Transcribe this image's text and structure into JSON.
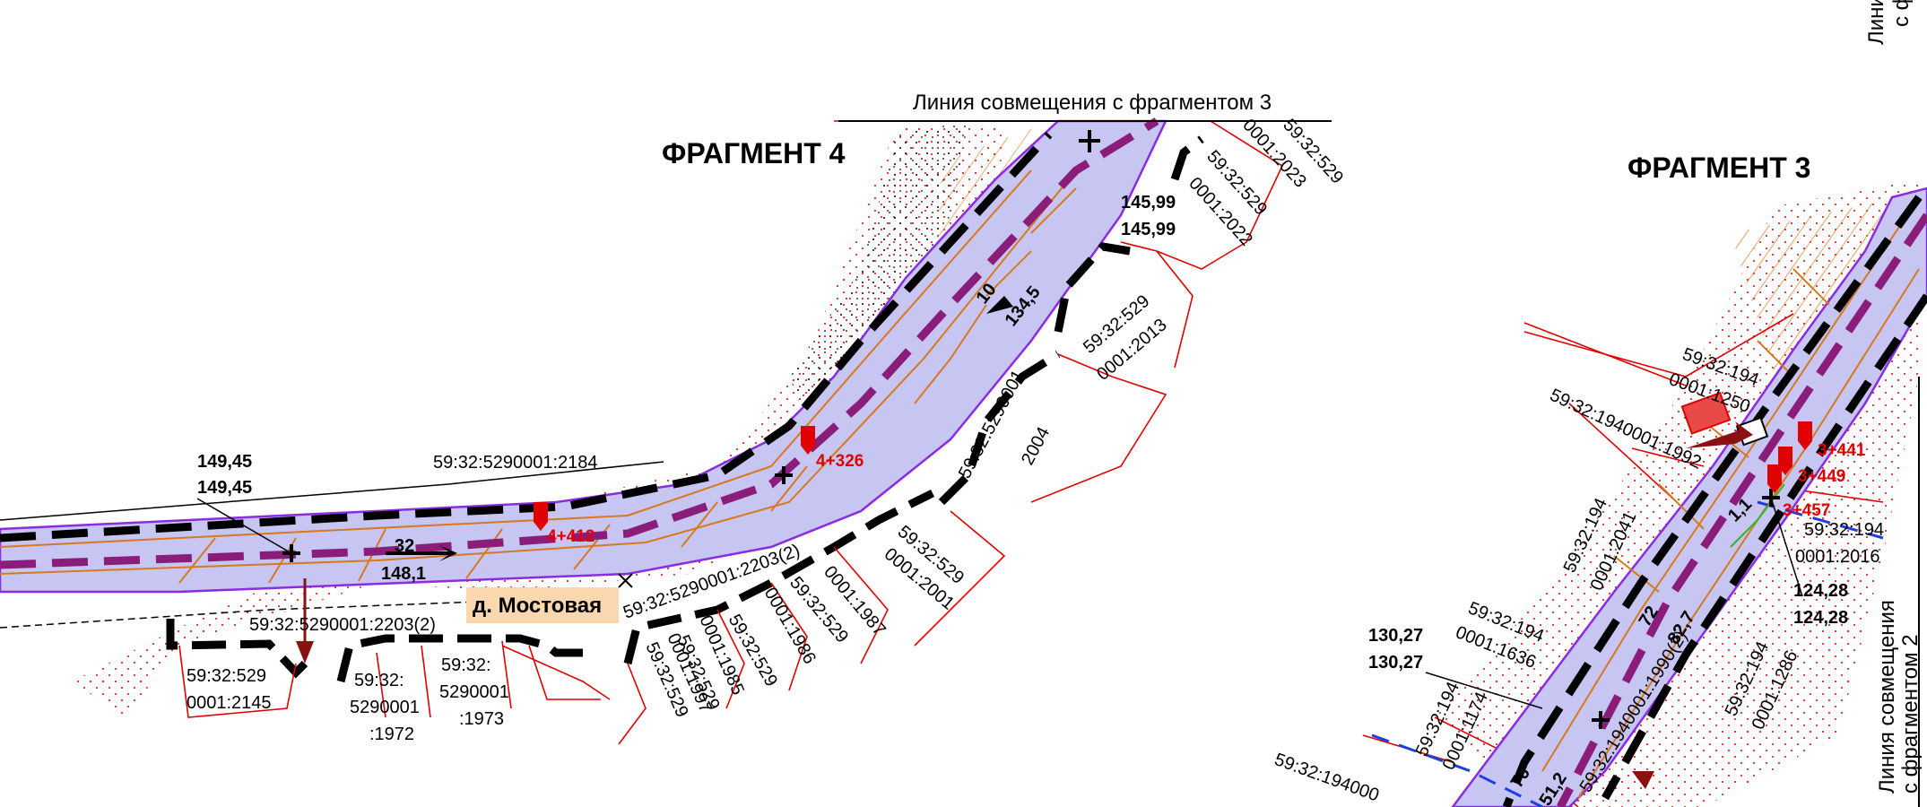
{
  "colors": {
    "corridor": "#c7c5f2",
    "corridor_edge": "#8b2be2",
    "road_center": "#8b1d7a",
    "boundary": "#000000",
    "parcel": "#e00000",
    "contour": "#d8781e",
    "marker": "#e00000",
    "village_bg": "#fbd7b0"
  },
  "fragments": [
    {
      "title": "ФРАГМЕНТ 4"
    },
    {
      "title": "ФРАГМЕНТ 3"
    }
  ],
  "match_lines": {
    "top": "Линия совмещения с фрагментом 3",
    "right_bottom_1": "Линия совмещения",
    "right_bottom_2": "с фрагментом 2",
    "right_top_1": "Линия",
    "right_top_2": "с ф"
  },
  "village": "д. Мостовая",
  "pickets": [
    "4+326",
    "4+412",
    "3+441",
    "3+449",
    "3+457"
  ],
  "elevations": {
    "left_1": "149,45",
    "left_2": "149,45",
    "top_1": "145,99",
    "top_2": "145,99",
    "right_1": "124,28",
    "right_2": "124,28",
    "bottom_1": "130,27",
    "bottom_2": "130,27"
  },
  "road_marks": {
    "slope_a": "32",
    "dist_a": "148,1",
    "slope_b": "10",
    "dist_b": "134,5",
    "slope_c": "72",
    "dist_c": "82,7",
    "slope_d": "76",
    "dist_d": "51,2",
    "slope_e": "1,1"
  },
  "parcels": {
    "p2184": "59:32:5290001:2184",
    "p2203_a": "59:32:5290001:2203(2)",
    "p2203_b": "59:32:5290001:2203(2)",
    "p2145_1": "59:32:529",
    "p2145_2": "0001:2145",
    "p1972_1": "59:32:",
    "p1972_2": "5290001",
    "p1972_3": ":1972",
    "p1973_1": "59:32:",
    "p1973_2": "5290001",
    "p1973_3": ":1973",
    "p1997_1": "59:32:529",
    "p1997_2": "0001:1997",
    "p1985_1": "59:32:529",
    "p1985_2": "0001:1985",
    "p1986_1": "59:32:529",
    "p1986_2": "0001:1986",
    "p1987_1": "59:32:529",
    "p1987_2": "0001:1987",
    "p2001_1": "59:32:529",
    "p2001_2": "0001:2001",
    "p2004_1": "59:32:5290001",
    "p2004_2": "2004",
    "p2013_1": "59:32:529",
    "p2013_2": "0001:2013",
    "p2022_1": "59:32:529",
    "p2022_2": "0001:2022",
    "p2023_1": "59:32:529",
    "p2023_2": "0001:2023",
    "p1250_1": "59:32:194",
    "p1250_2": "0001:1250",
    "p1992": "59:32:1940001:1992",
    "p2016_1": "59:32:194",
    "p2016_2": "0001:2016",
    "p2041_1": "59:32:194",
    "p2041_2": "0001:2041",
    "p1636_1": "59:32:194",
    "p1636_2": "0001:1636",
    "p1174_1": "59:32:194",
    "p1174_2": "0001:1174",
    "p1990": "59:32:1940001:1990(2)",
    "p1286_1": "59:32:194",
    "p1286_2": "0001:1286",
    "p_bottom": "59:32:194000"
  }
}
